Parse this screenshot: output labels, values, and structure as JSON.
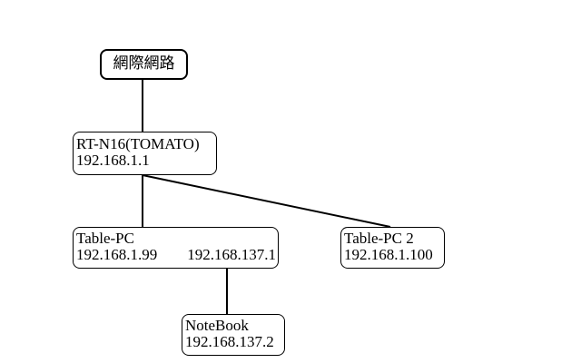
{
  "diagram": {
    "internet": {
      "label": "網際網路"
    },
    "router": {
      "name": "RT-N16(TOMATO)",
      "ip": "192.168.1.1"
    },
    "table_pc": {
      "name": "Table-PC",
      "ip_lan": "192.168.1.99",
      "ip_secondary": "192.168.137.1"
    },
    "table_pc_2": {
      "name": "Table-PC 2",
      "ip": "192.168.1.100"
    },
    "notebook": {
      "name": "NoteBook",
      "ip": "192.168.137.2"
    },
    "colors": {
      "line": "#000000",
      "background": "#ffffff"
    }
  }
}
